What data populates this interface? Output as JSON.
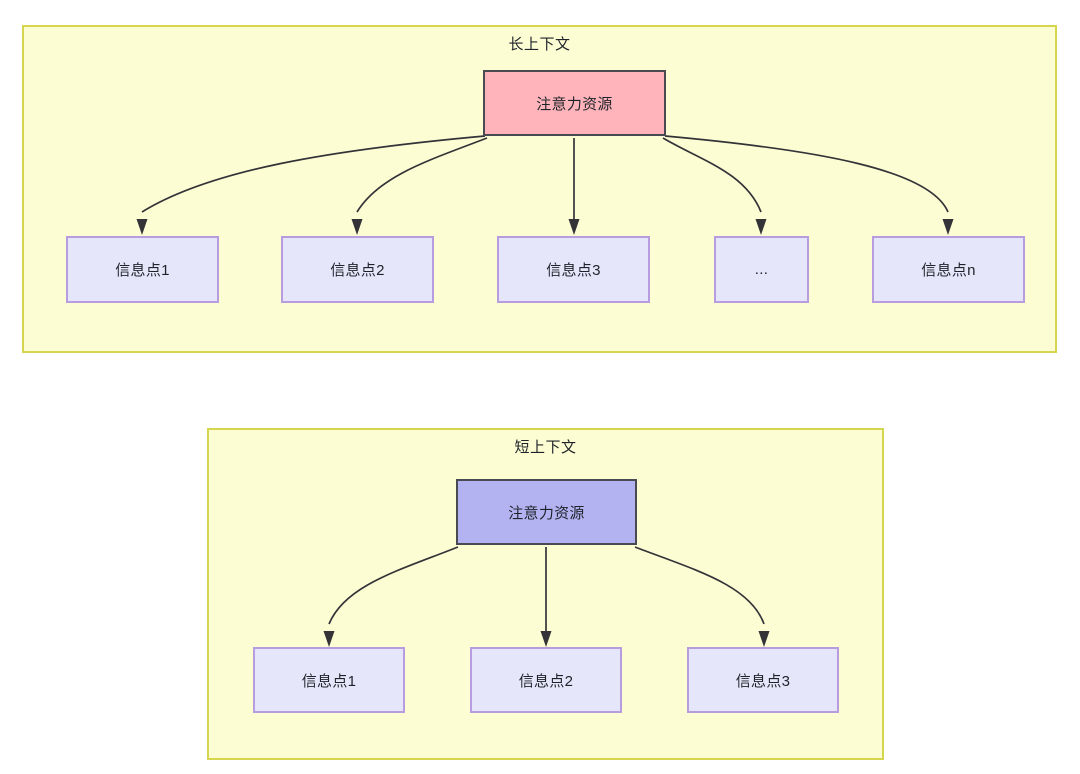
{
  "diagram": {
    "title_long": "长上下文",
    "title_short": "短上下文",
    "panels": [
      {
        "id": "long-context",
        "label": "长上下文",
        "root": {
          "label": "注意力资源",
          "fill": "#ffb3ba",
          "border": "#4a4a52"
        },
        "leaves": [
          {
            "label": "信息点1"
          },
          {
            "label": "信息点2"
          },
          {
            "label": "信息点3"
          },
          {
            "label": "..."
          },
          {
            "label": "信息点n"
          }
        ]
      },
      {
        "id": "short-context",
        "label": "短上下文",
        "root": {
          "label": "注意力资源",
          "fill": "#b3b3f2",
          "border": "#4a4a52"
        },
        "leaves": [
          {
            "label": "信息点1"
          },
          {
            "label": "信息点2"
          },
          {
            "label": "信息点3"
          }
        ]
      }
    ],
    "colors": {
      "panel_fill": "#fdfdd4",
      "panel_border": "#d6d64e",
      "leaf_fill": "#e6e6fb",
      "leaf_border": "#b89ce0",
      "edge": "#333338",
      "text": "#1f2329"
    }
  }
}
